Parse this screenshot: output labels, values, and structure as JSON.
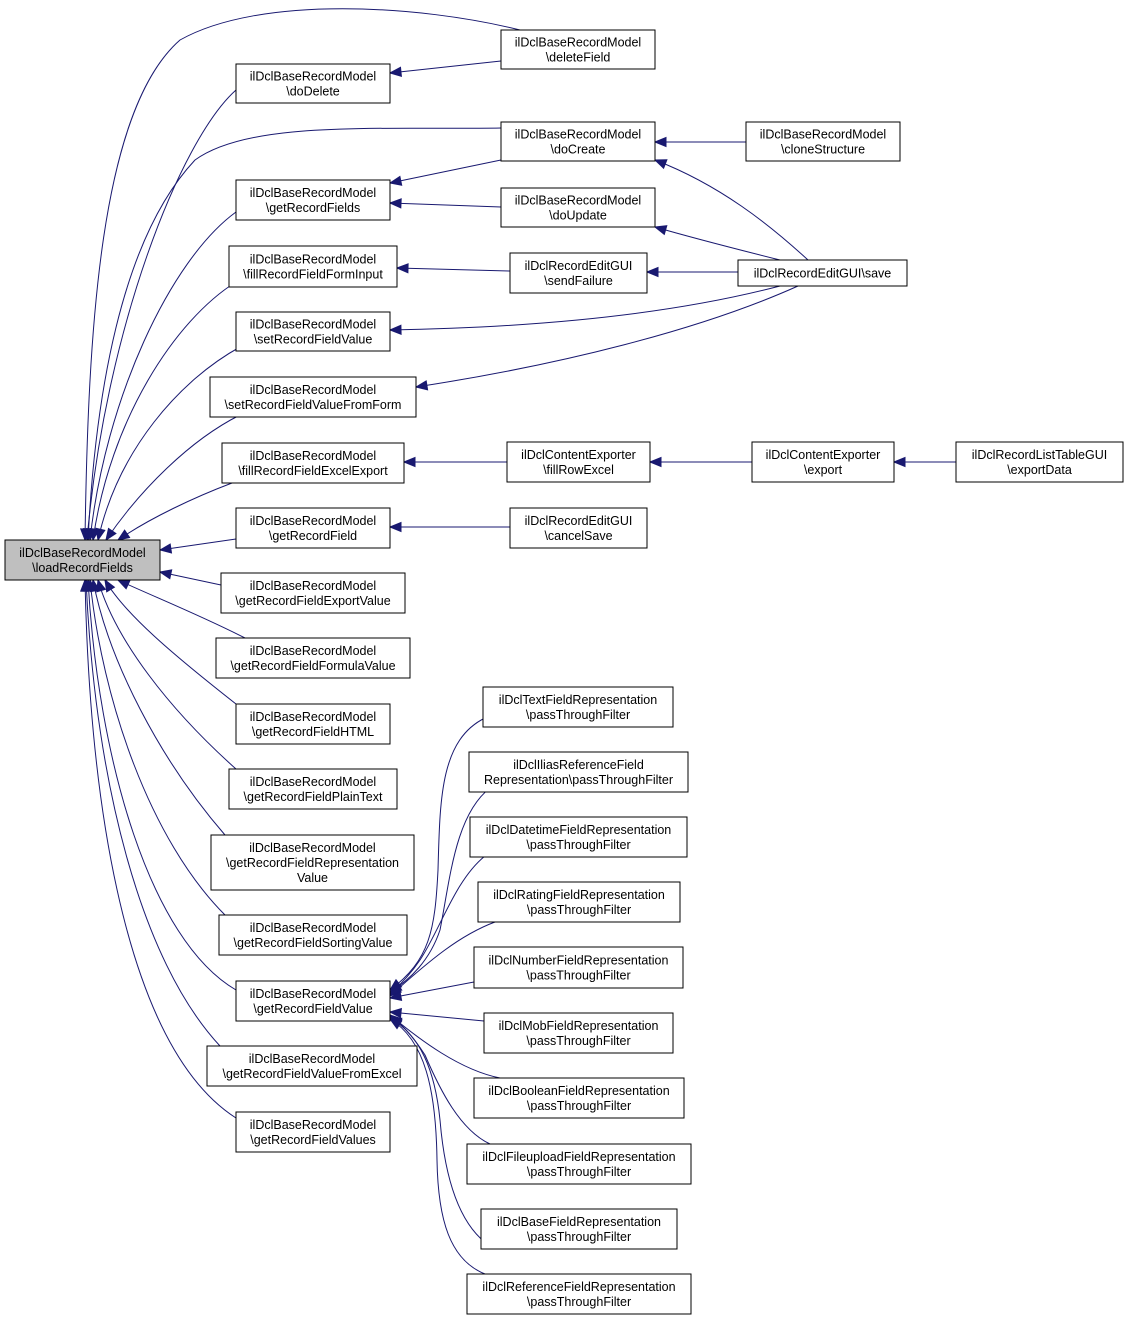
{
  "graph": {
    "colors": {
      "edge": "#191970",
      "root_fill": "#bfbfbf",
      "node_fill": "#ffffff",
      "node_stroke": "#000000"
    },
    "nodes": [
      {
        "id": "root",
        "lines": [
          "ilDclBaseRecordModel",
          "\\loadRecordFields"
        ]
      },
      {
        "id": "doDelete",
        "lines": [
          "ilDclBaseRecordModel",
          "\\doDelete"
        ]
      },
      {
        "id": "deleteField",
        "lines": [
          "ilDclBaseRecordModel",
          "\\deleteField"
        ]
      },
      {
        "id": "doCreate",
        "lines": [
          "ilDclBaseRecordModel",
          "\\doCreate"
        ]
      },
      {
        "id": "cloneStructure",
        "lines": [
          "ilDclBaseRecordModel",
          "\\cloneStructure"
        ]
      },
      {
        "id": "getRecordFields",
        "lines": [
          "ilDclBaseRecordModel",
          "\\getRecordFields"
        ]
      },
      {
        "id": "doUpdate",
        "lines": [
          "ilDclBaseRecordModel",
          "\\doUpdate"
        ]
      },
      {
        "id": "fillRecordFieldFormInput",
        "lines": [
          "ilDclBaseRecordModel",
          "\\fillRecordFieldFormInput"
        ]
      },
      {
        "id": "sendFailure",
        "lines": [
          "ilDclRecordEditGUI",
          "\\sendFailure"
        ]
      },
      {
        "id": "save",
        "lines": [
          "ilDclRecordEditGUI\\save"
        ]
      },
      {
        "id": "setRecordFieldValue",
        "lines": [
          "ilDclBaseRecordModel",
          "\\setRecordFieldValue"
        ]
      },
      {
        "id": "setRecordFieldValueFromForm",
        "lines": [
          "ilDclBaseRecordModel",
          "\\setRecordFieldValueFromForm"
        ]
      },
      {
        "id": "fillRecordFieldExcelExport",
        "lines": [
          "ilDclBaseRecordModel",
          "\\fillRecordFieldExcelExport"
        ]
      },
      {
        "id": "fillRowExcel",
        "lines": [
          "ilDclContentExporter",
          "\\fillRowExcel"
        ]
      },
      {
        "id": "export",
        "lines": [
          "ilDclContentExporter",
          "\\export"
        ]
      },
      {
        "id": "exportData",
        "lines": [
          "ilDclRecordListTableGUI",
          "\\exportData"
        ]
      },
      {
        "id": "getRecordField",
        "lines": [
          "ilDclBaseRecordModel",
          "\\getRecordField"
        ]
      },
      {
        "id": "cancelSave",
        "lines": [
          "ilDclRecordEditGUI",
          "\\cancelSave"
        ]
      },
      {
        "id": "getRecordFieldExportValue",
        "lines": [
          "ilDclBaseRecordModel",
          "\\getRecordFieldExportValue"
        ]
      },
      {
        "id": "getRecordFieldFormulaValue",
        "lines": [
          "ilDclBaseRecordModel",
          "\\getRecordFieldFormulaValue"
        ]
      },
      {
        "id": "getRecordFieldHTML",
        "lines": [
          "ilDclBaseRecordModel",
          "\\getRecordFieldHTML"
        ]
      },
      {
        "id": "getRecordFieldPlainText",
        "lines": [
          "ilDclBaseRecordModel",
          "\\getRecordFieldPlainText"
        ]
      },
      {
        "id": "getRecordFieldRepresentationValue",
        "lines": [
          "ilDclBaseRecordModel",
          "\\getRecordFieldRepresentation",
          "Value"
        ]
      },
      {
        "id": "getRecordFieldSortingValue",
        "lines": [
          "ilDclBaseRecordModel",
          "\\getRecordFieldSortingValue"
        ]
      },
      {
        "id": "getRecordFieldValue",
        "lines": [
          "ilDclBaseRecordModel",
          "\\getRecordFieldValue"
        ]
      },
      {
        "id": "getRecordFieldValueFromExcel",
        "lines": [
          "ilDclBaseRecordModel",
          "\\getRecordFieldValueFromExcel"
        ]
      },
      {
        "id": "getRecordFieldValues",
        "lines": [
          "ilDclBaseRecordModel",
          "\\getRecordFieldValues"
        ]
      },
      {
        "id": "textRep",
        "lines": [
          "ilDclTextFieldRepresentation",
          "\\passThroughFilter"
        ]
      },
      {
        "id": "iliasRefRep",
        "lines": [
          "ilDclIliasReferenceField",
          "Representation\\passThroughFilter"
        ]
      },
      {
        "id": "datetimeRep",
        "lines": [
          "ilDclDatetimeFieldRepresentation",
          "\\passThroughFilter"
        ]
      },
      {
        "id": "ratingRep",
        "lines": [
          "ilDclRatingFieldRepresentation",
          "\\passThroughFilter"
        ]
      },
      {
        "id": "numberRep",
        "lines": [
          "ilDclNumberFieldRepresentation",
          "\\passThroughFilter"
        ]
      },
      {
        "id": "mobRep",
        "lines": [
          "ilDclMobFieldRepresentation",
          "\\passThroughFilter"
        ]
      },
      {
        "id": "booleanRep",
        "lines": [
          "ilDclBooleanFieldRepresentation",
          "\\passThroughFilter"
        ]
      },
      {
        "id": "fileuploadRep",
        "lines": [
          "ilDclFileuploadFieldRepresentation",
          "\\passThroughFilter"
        ]
      },
      {
        "id": "baseRep",
        "lines": [
          "ilDclBaseFieldRepresentation",
          "\\passThroughFilter"
        ]
      },
      {
        "id": "referenceRep",
        "lines": [
          "ilDclReferenceFieldRepresentation",
          "\\passThroughFilter"
        ]
      }
    ],
    "edges": [
      {
        "from": "doDelete",
        "to": "root"
      },
      {
        "from": "deleteField",
        "to": "root"
      },
      {
        "from": "doCreate",
        "to": "root"
      },
      {
        "from": "getRecordFields",
        "to": "root"
      },
      {
        "from": "fillRecordFieldFormInput",
        "to": "root"
      },
      {
        "from": "setRecordFieldValue",
        "to": "root"
      },
      {
        "from": "setRecordFieldValueFromForm",
        "to": "root"
      },
      {
        "from": "fillRecordFieldExcelExport",
        "to": "root"
      },
      {
        "from": "getRecordField",
        "to": "root"
      },
      {
        "from": "getRecordFieldExportValue",
        "to": "root"
      },
      {
        "from": "getRecordFieldFormulaValue",
        "to": "root"
      },
      {
        "from": "getRecordFieldHTML",
        "to": "root"
      },
      {
        "from": "getRecordFieldPlainText",
        "to": "root"
      },
      {
        "from": "getRecordFieldRepresentationValue",
        "to": "root"
      },
      {
        "from": "getRecordFieldSortingValue",
        "to": "root"
      },
      {
        "from": "getRecordFieldValue",
        "to": "root"
      },
      {
        "from": "getRecordFieldValueFromExcel",
        "to": "root"
      },
      {
        "from": "getRecordFieldValues",
        "to": "root"
      },
      {
        "from": "deleteField",
        "to": "doDelete"
      },
      {
        "from": "cloneStructure",
        "to": "doCreate"
      },
      {
        "from": "save",
        "to": "doCreate"
      },
      {
        "from": "doCreate",
        "to": "getRecordFields"
      },
      {
        "from": "doUpdate",
        "to": "getRecordFields"
      },
      {
        "from": "save",
        "to": "doUpdate"
      },
      {
        "from": "sendFailure",
        "to": "fillRecordFieldFormInput"
      },
      {
        "from": "save",
        "to": "sendFailure"
      },
      {
        "from": "save",
        "to": "setRecordFieldValue"
      },
      {
        "from": "save",
        "to": "setRecordFieldValueFromForm"
      },
      {
        "from": "fillRowExcel",
        "to": "fillRecordFieldExcelExport"
      },
      {
        "from": "export",
        "to": "fillRowExcel"
      },
      {
        "from": "exportData",
        "to": "export"
      },
      {
        "from": "cancelSave",
        "to": "getRecordField"
      },
      {
        "from": "textRep",
        "to": "getRecordFieldValue"
      },
      {
        "from": "iliasRefRep",
        "to": "getRecordFieldValue"
      },
      {
        "from": "datetimeRep",
        "to": "getRecordFieldValue"
      },
      {
        "from": "ratingRep",
        "to": "getRecordFieldValue"
      },
      {
        "from": "numberRep",
        "to": "getRecordFieldValue"
      },
      {
        "from": "mobRep",
        "to": "getRecordFieldValue"
      },
      {
        "from": "booleanRep",
        "to": "getRecordFieldValue"
      },
      {
        "from": "fileuploadRep",
        "to": "getRecordFieldValue"
      },
      {
        "from": "baseRep",
        "to": "getRecordFieldValue"
      },
      {
        "from": "referenceRep",
        "to": "getRecordFieldValue"
      }
    ]
  }
}
